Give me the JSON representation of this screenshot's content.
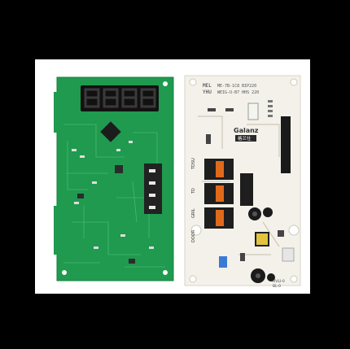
{
  "photo": {
    "background": "#ffffff",
    "green_board": {
      "color": "#1f9a4f",
      "display_digits": "8888",
      "display_color": "#111111",
      "segment_color": "#2a2a2a"
    },
    "white_board": {
      "color": "#f3f1ea",
      "model_label_lines": [
        "MEL",
        "YHU"
      ],
      "brand_text": "Galanz",
      "brand_cn": "格兰仕",
      "side_labels": [
        "TDSU",
        "TD",
        "GRIL",
        "DOOR"
      ],
      "bottom_labels": [
        "BL-0",
        "HVLI-0"
      ]
    }
  }
}
